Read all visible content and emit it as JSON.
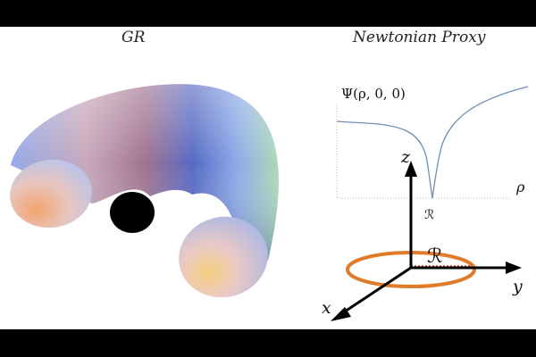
{
  "panels": {
    "left": {
      "title": "GR"
    },
    "right": {
      "title": "Newtonian Proxy"
    }
  },
  "potential_plot": {
    "y_label": "Ψ(ρ, 0, 0)",
    "x_label": "ρ",
    "tick_label": "ℛ"
  },
  "axes": {
    "z_label": "z",
    "y_label": "y",
    "x_label": "x",
    "ring_label": "ℛ"
  },
  "colors": {
    "ring": "#e07b2a",
    "curve": "#6f8fb8",
    "grid": "#bbbbbb",
    "black_hole": "#000000"
  }
}
